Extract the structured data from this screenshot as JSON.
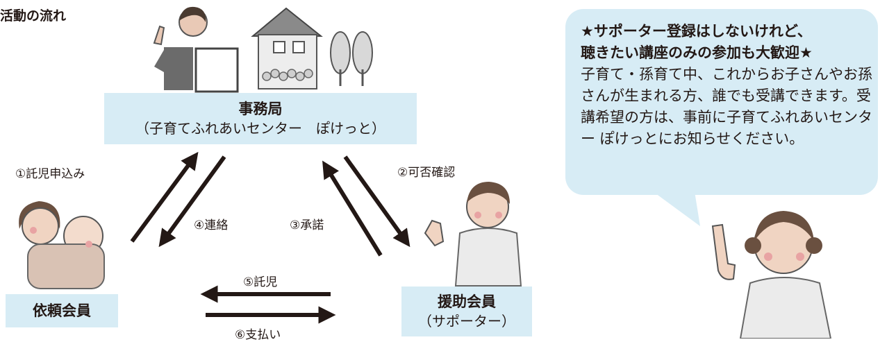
{
  "section_title": "活動の流れ",
  "office": {
    "title": "事務局",
    "subtitle": "（子育てふれあいセンター　ぽけっと）"
  },
  "client": {
    "title": "依頼会員"
  },
  "helper": {
    "title": "援助会員",
    "subtitle": "（サポーター）"
  },
  "steps": [
    {
      "label": "①託児申込み"
    },
    {
      "label": "②可否確認"
    },
    {
      "label": "③承諾"
    },
    {
      "label": "④連絡"
    },
    {
      "label": "⑤託児"
    },
    {
      "label": "⑥支払い"
    }
  ],
  "bubble": {
    "heading_line1": "★サポーター登録はしないけれど、",
    "heading_line2": "聴きたい講座のみの参加も大歓迎★",
    "body": "子育て・孫育て中、これからお子さんやお孫さんが生まれる方、誰でも受講できます。受講希望の方は、事前に子育てふれあいセンター ぽけっとにお知らせください。"
  },
  "colors": {
    "box_fill": "#d7ecf5",
    "arrow": "#231815",
    "text": "#231815"
  },
  "illustrations": [
    "office-staff-woman-icon",
    "house-icon",
    "trees-icon",
    "mother-with-baby-icon",
    "supporter-woman-icon",
    "pointing-woman-icon"
  ]
}
